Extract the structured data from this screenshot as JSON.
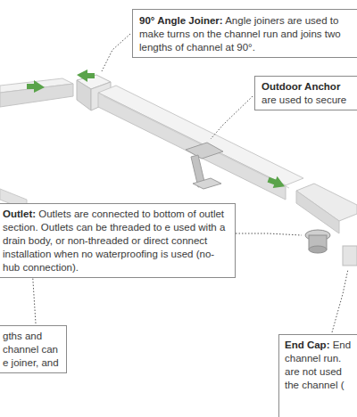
{
  "diagram": {
    "nodes": [
      {
        "text": [
          "90° Angle Joiner:",
          "Angle joiners are used to make turns on the channel run and joins two lengths of channel at 90°."
        ]
      },
      {
        "text": [
          "Outdoor Anchor",
          "are used to secure"
        ]
      },
      {
        "text": [
          "Outlet:",
          "Outlets are connected to bottom of outlet section. Outlets can be threaded to e used with a drain body, or non-threaded or direct connect installation when no waterproofing is used (no-hub connection)."
        ]
      },
      {
        "text": [
          "gths and channel can e joiner, and"
        ]
      },
      {
        "text": [
          "End Cap:",
          "End channel run. are not used the channel ("
        ]
      }
    ]
  }
}
